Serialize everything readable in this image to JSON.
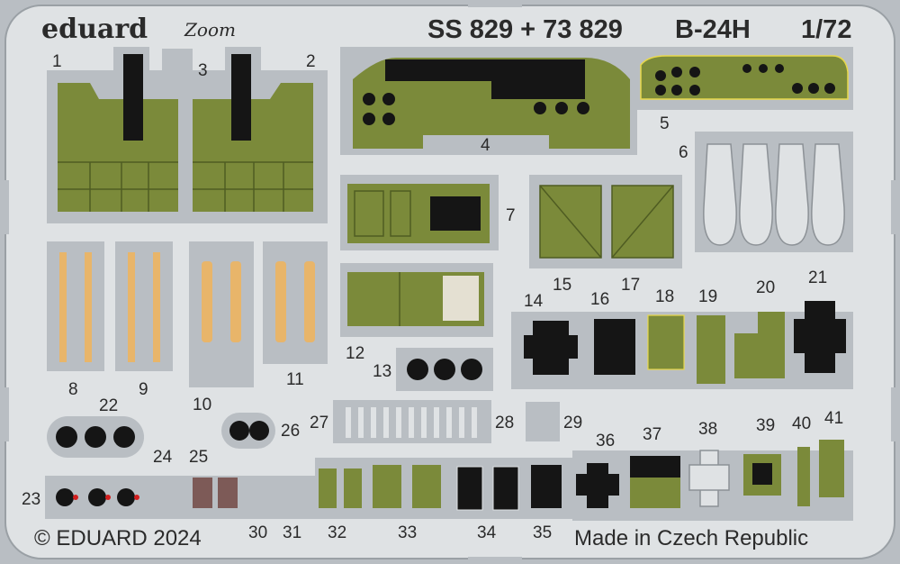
{
  "brand": {
    "name": "eduard",
    "sub_brand": "Zoom"
  },
  "header": {
    "set_code": "SS 829 + 73 829",
    "aircraft": "B-24H",
    "scale": "1/72"
  },
  "footer": {
    "copyright": "© EDUARD 2024",
    "origin": "Made in Czech Republic"
  },
  "part_labels": [
    "1",
    "2",
    "3",
    "4",
    "5",
    "6",
    "7",
    "8",
    "9",
    "10",
    "11",
    "12",
    "13",
    "14",
    "15",
    "16",
    "17",
    "18",
    "19",
    "20",
    "21",
    "22",
    "23",
    "24",
    "25",
    "26",
    "27",
    "28",
    "29",
    "30",
    "31",
    "32",
    "33",
    "34",
    "35",
    "36",
    "37",
    "38",
    "39",
    "40",
    "41"
  ],
  "colors": {
    "fret_background": "#b9bec3",
    "fret_metal": "#dfe2e4",
    "interior_green": "#7b8a3a",
    "harness_tan": "#e8b56a",
    "instrument_black": "#151515",
    "warning_red": "#d21f1f",
    "yellow_outline": "#e8d84a",
    "text": "#2b2b2b"
  }
}
